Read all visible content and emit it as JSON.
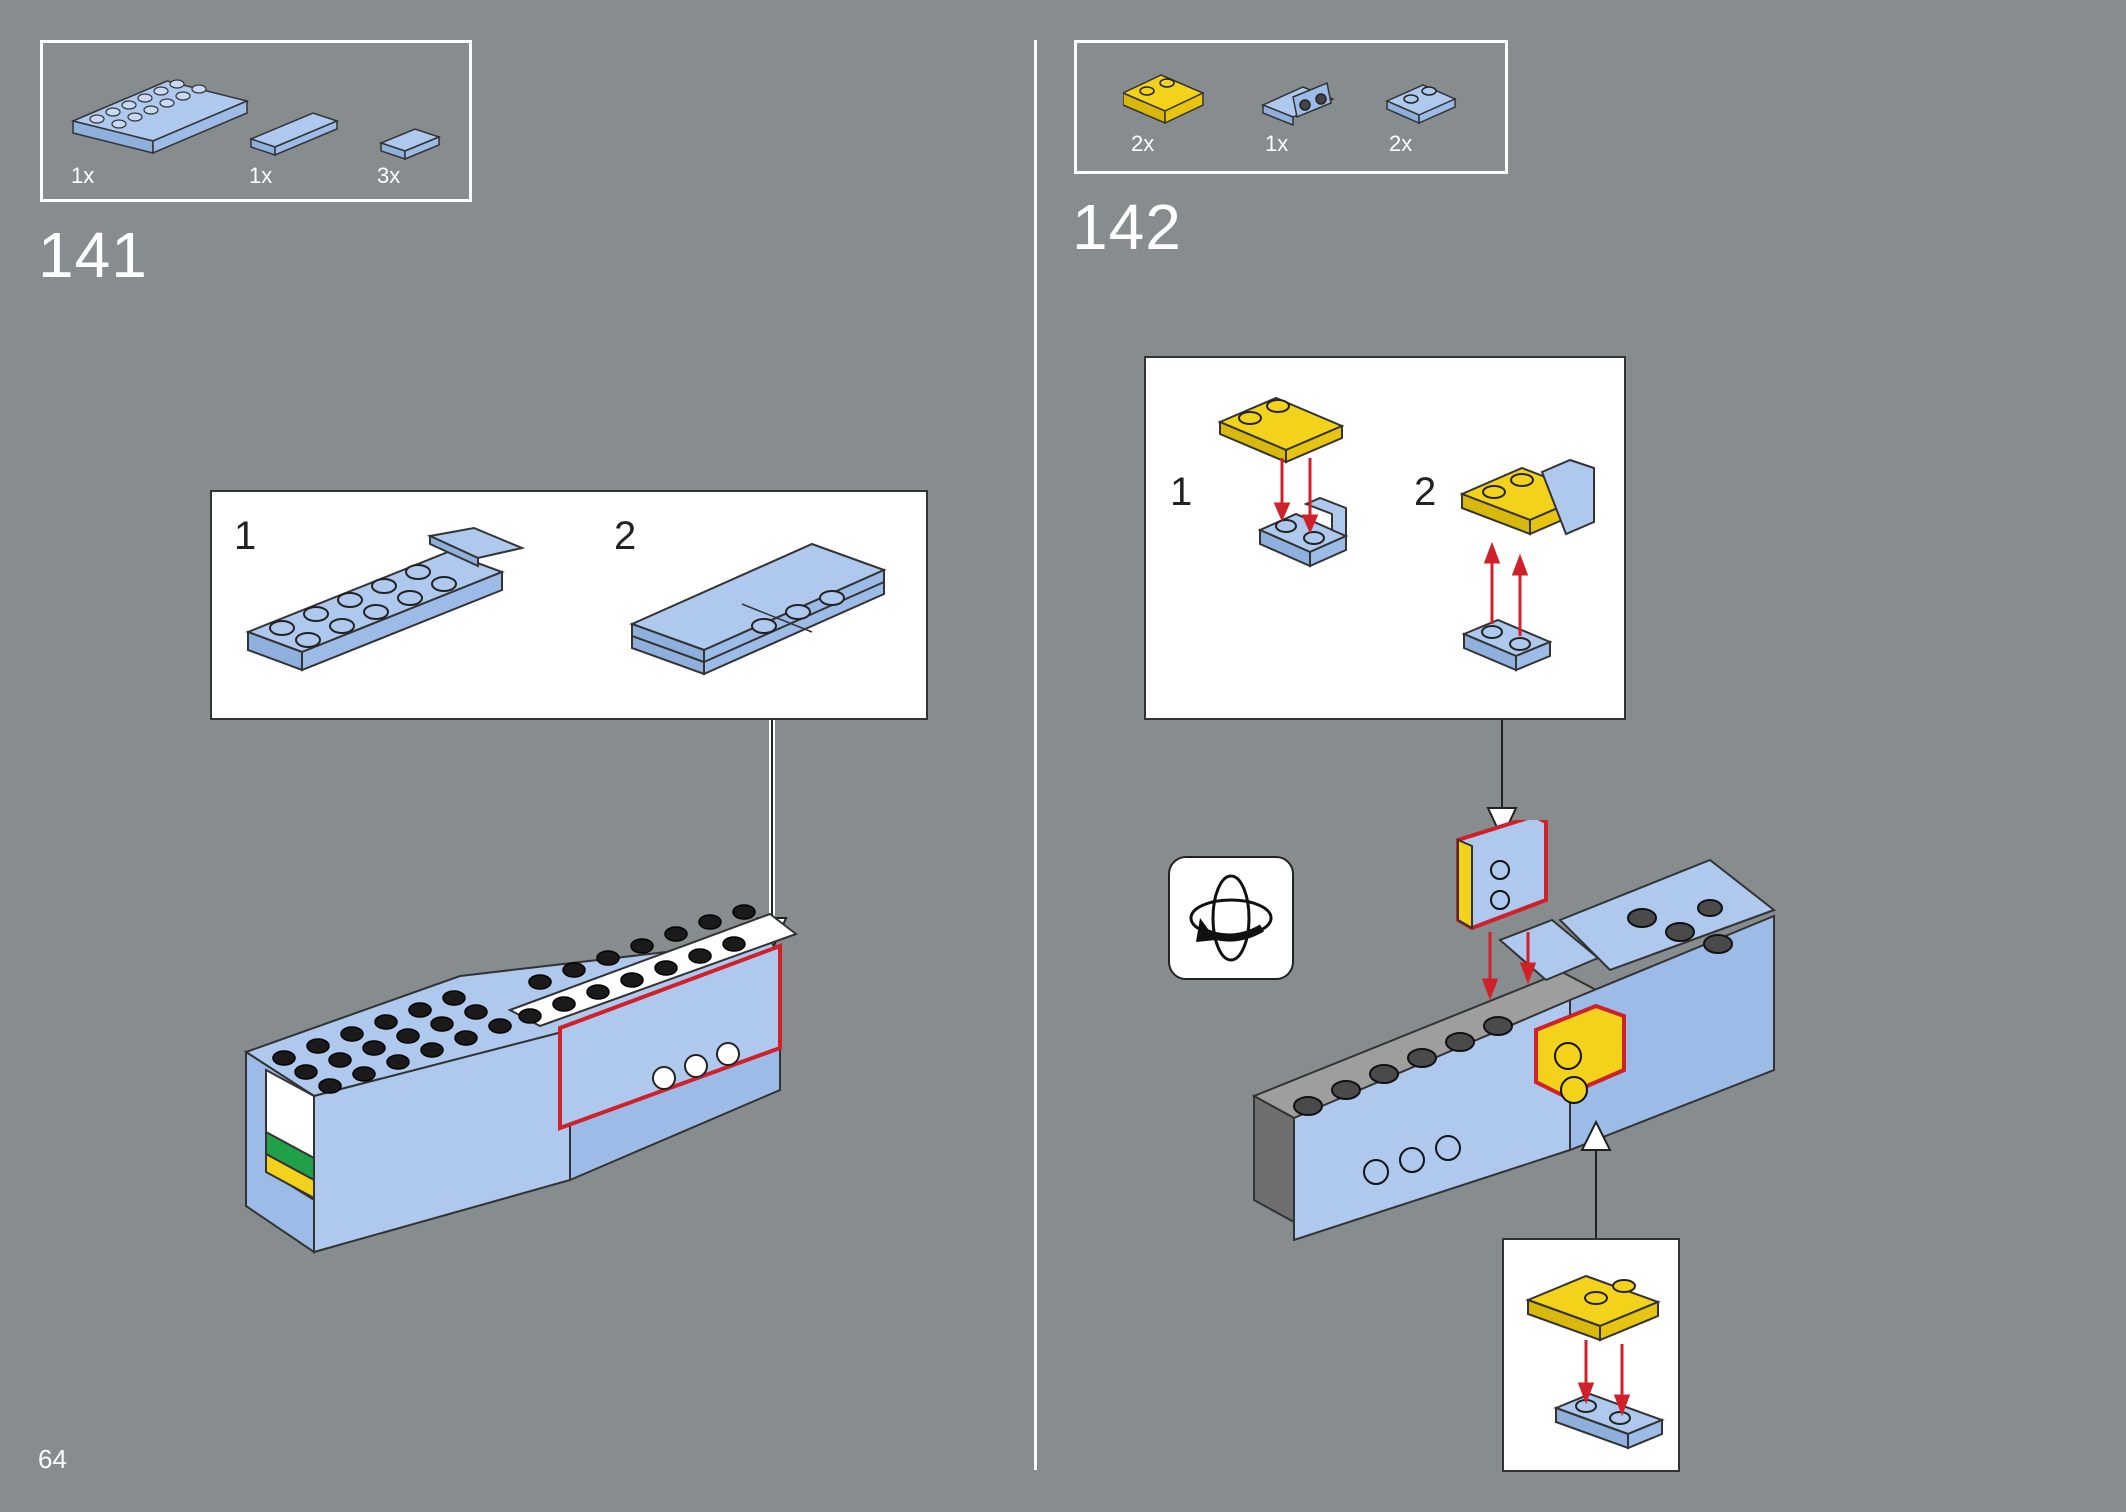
{
  "page": {
    "number": "64"
  },
  "colors": {
    "background": "#878d8e",
    "light_blue": "#aec8ee",
    "yellow": "#f2d21b",
    "white": "#ffffff",
    "red_arrow": "#d0202a"
  },
  "step141": {
    "number": "141",
    "parts": [
      {
        "qty": "1x",
        "icon": "plate-2x6-light-blue-icon"
      },
      {
        "qty": "1x",
        "icon": "tile-1x4-light-blue-icon"
      },
      {
        "qty": "3x",
        "icon": "tile-1x2-light-blue-icon"
      }
    ],
    "substeps": [
      "1",
      "2"
    ]
  },
  "step142": {
    "number": "142",
    "parts": [
      {
        "qty": "2x",
        "icon": "plate-2x2-yellow-icon"
      },
      {
        "qty": "1x",
        "icon": "bracket-1x2-light-blue-icon"
      },
      {
        "qty": "2x",
        "icon": "plate-1x2-light-blue-icon"
      }
    ],
    "substeps": [
      "1",
      "2"
    ],
    "rotate_icon": "rotate-model-icon"
  }
}
